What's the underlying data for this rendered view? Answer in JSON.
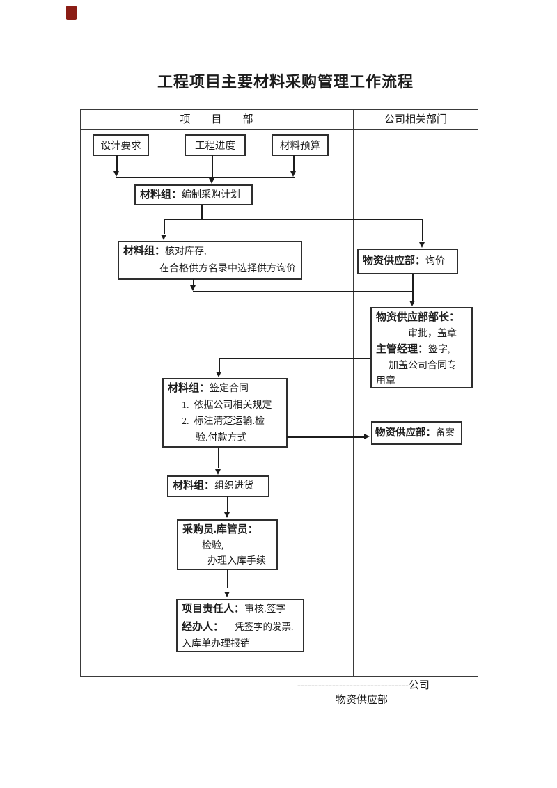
{
  "title": "工程项目主要材料采购管理工作流程",
  "colors": {
    "corner_mark": "#8b1d15",
    "line": "#1c1c1c"
  },
  "table": {
    "header_left": "项　　目　　部",
    "header_right": "公司相关部门"
  },
  "flow": {
    "sources": [
      "设计要求",
      "工程进度",
      "材料预算"
    ],
    "plan": {
      "label": "材料组：",
      "text": "编制采购计划"
    },
    "check": {
      "label": "材料组：",
      "text": "核对库存,",
      "line2": "在合格供方名录中选择供方询价"
    },
    "inquiry": {
      "label": "物资供应部：",
      "text": "询价"
    },
    "approve": {
      "label1": "物资供应部部长：",
      "line2": "审批，盖章",
      "label3": "主管经理：",
      "text3": "签字,",
      "line4": "加盖公司合同专",
      "line5": "用章"
    },
    "contract": {
      "label": "材料组：",
      "text": "签定合同",
      "line2": "1.  依据公司相关规定",
      "line3": "2.  标注清楚运输.检",
      "line4": "验.付款方式"
    },
    "record": {
      "label": "物资供应部：",
      "text": "备案"
    },
    "purchase": {
      "label": "材料组：",
      "text": "组织进货"
    },
    "inspect": {
      "label": "采购员.库管员：",
      "line2": "检验,",
      "line3": "办理入库手续"
    },
    "reimburse": {
      "label1": "项目责任人：",
      "text1": "审核.签字",
      "label2": "经办人：",
      "text2": "凭签字的发票.",
      "line3": "入库单办理报销"
    }
  },
  "footer": {
    "company_line": "--------------------------------公司",
    "dept_line": "物资供应部"
  }
}
